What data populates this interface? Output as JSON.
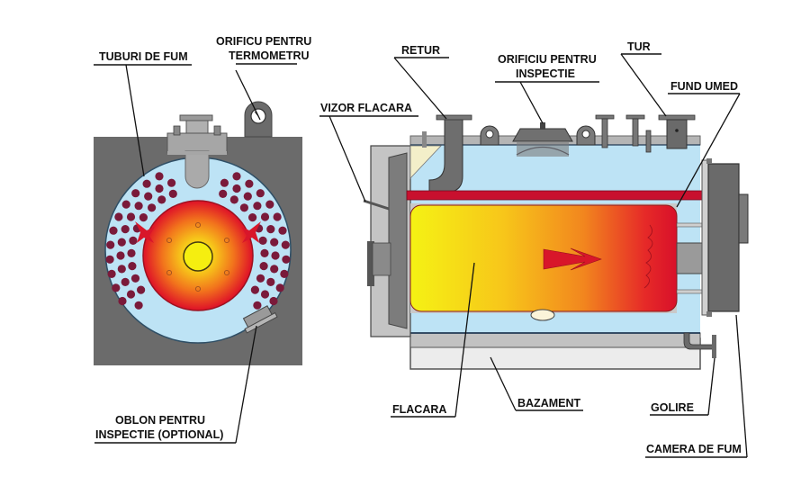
{
  "diagram": {
    "title": "Boiler cross-section and side view",
    "colors": {
      "casing": "#6b6b6b",
      "water": "#bde3f5",
      "tube": "#7a1a3a",
      "flame_hot": "#e0102a",
      "flame_mid": "#f59a1a",
      "flame_core": "#f5ee10",
      "steel_light": "#a9a9a9",
      "base": "#ececec"
    },
    "labels": {
      "tuburi_de_fum": "TUBURI DE FUM",
      "orificu_termometru_1": "ORIFICU PENTRU",
      "orificu_termometru_2": "TERMOMETRU",
      "retur": "RETUR",
      "orificiu_inspectie_1": "ORIFICIU PENTRU",
      "orificiu_inspectie_2": "INSPECTIE",
      "tur": "TUR",
      "fund_umed": "FUND UMED",
      "vizor_flacara": "VIZOR FLACARA",
      "oblon_1": "OBLON PENTRU",
      "oblon_2": "INSPECTIE (OPTIONAL)",
      "flacara": "FLACARA",
      "bazament": "BAZAMENT",
      "golire": "GOLIRE",
      "camera_de_fum": "CAMERA DE FUM"
    }
  }
}
